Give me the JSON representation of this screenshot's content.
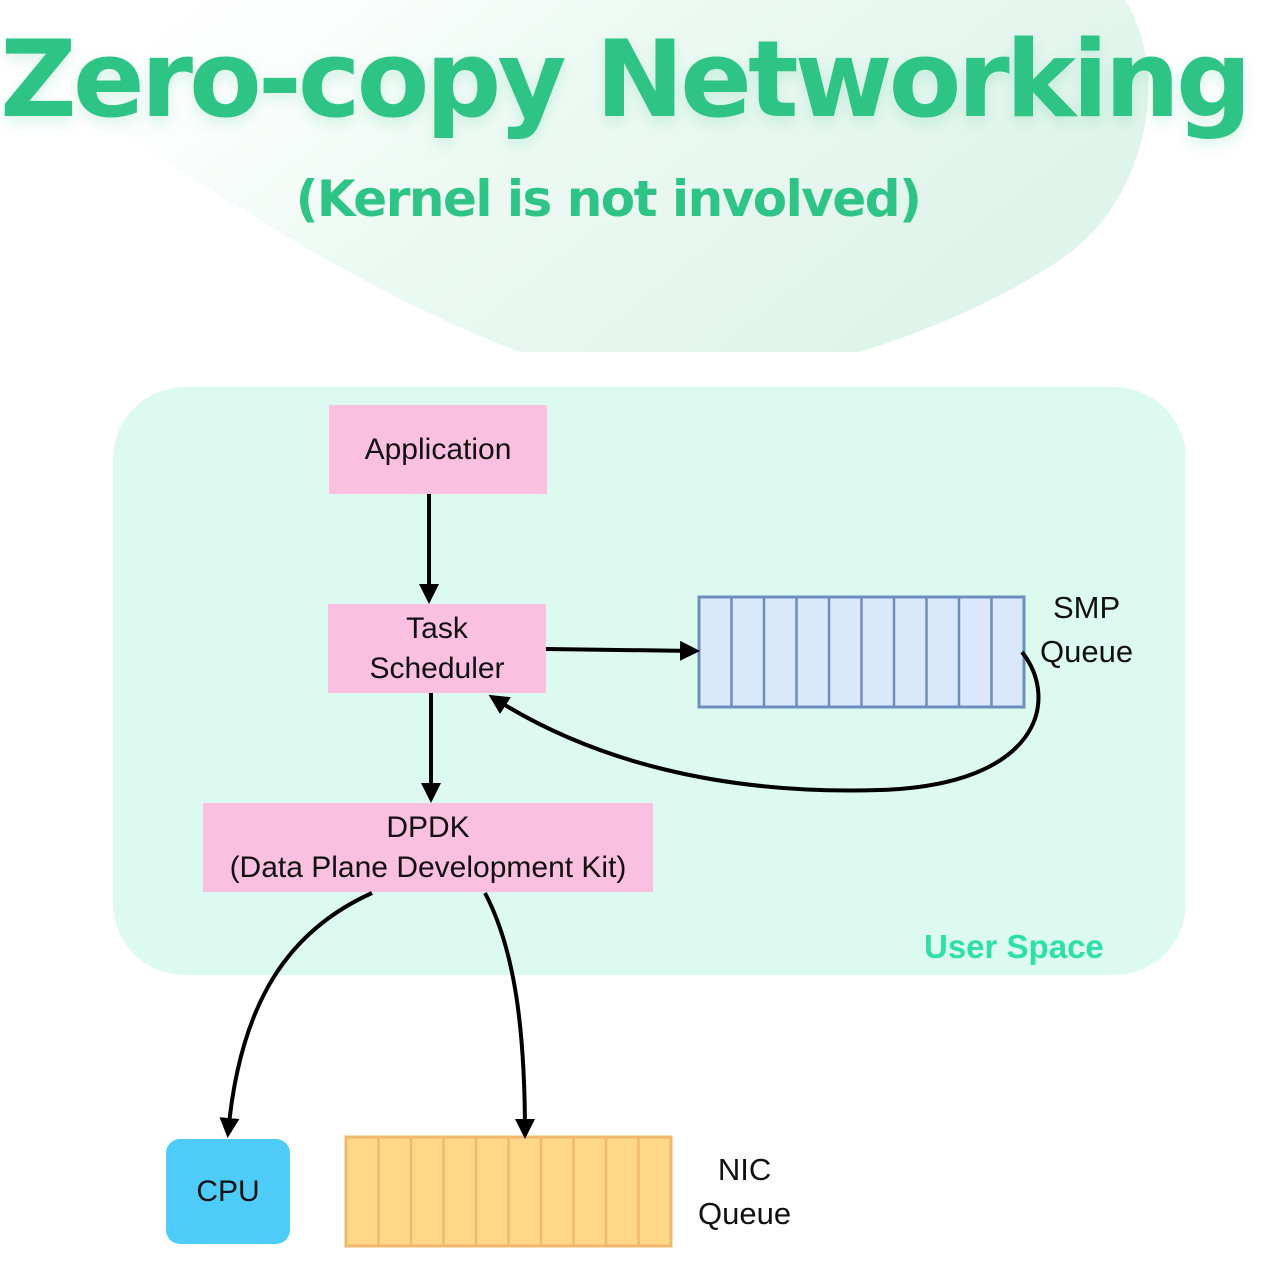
{
  "title": "Zero-copy Networking",
  "subtitle": "(Kernel is not involved)",
  "region_label": "User Space",
  "boxes": {
    "application": "Application",
    "task_scheduler": [
      "Task",
      "Scheduler"
    ],
    "dpdk": [
      "DPDK",
      "(Data Plane Development Kit)"
    ],
    "cpu": "CPU"
  },
  "queues": {
    "smp": {
      "label": [
        "SMP",
        "Queue"
      ],
      "slots": 10,
      "fill": "#dae8fc",
      "stroke": "#6c8ebf"
    },
    "nic": {
      "label": [
        "NIC",
        "Queue"
      ],
      "slots": 10,
      "fill": "#ffd789",
      "stroke": "#f0b86a"
    }
  },
  "colors": {
    "title": "#2ec486",
    "region_fill": "#dcfaf0",
    "region_label": "#2ee0a8",
    "box_fill": "#fbbfe0",
    "cpu_fill": "#4dccfa"
  }
}
